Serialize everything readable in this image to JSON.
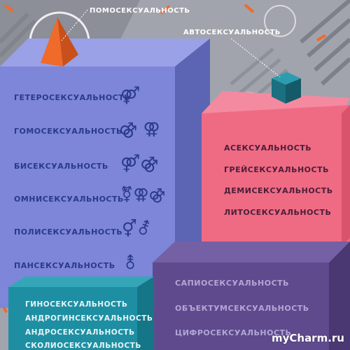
{
  "callouts": {
    "homo": "ПОМОСЕКСУАЛЬНОСТЬ",
    "auto": "АВТОСЕКСУАЛЬНОСТЬ"
  },
  "blue_block": {
    "items": [
      {
        "label": "ГЕТЕРОСЕКСУАЛЬНОСТЬ",
        "symbol": "⚤"
      },
      {
        "label": "ГОМОСЕКСУАЛЬНОСТЬ",
        "symbol": "⚣ ⚢"
      },
      {
        "label": "БИСЕКСУАЛЬНОСТЬ",
        "symbol": "⚤⚣"
      },
      {
        "label": "ОМНИСЕКСУАЛЬНОСТЬ",
        "symbol": "⚧⚢⚣"
      },
      {
        "label": "ПОЛИСЕКСУАЛЬНОСТЬ",
        "symbol": "⚥⚦"
      },
      {
        "label": "ПАНСЕКСУАЛЬНОСТЬ",
        "symbol": "⚨"
      }
    ]
  },
  "pink_block": {
    "items": [
      "АСЕКСУАЛЬНОСТЬ",
      "ГРЕЙСЕКСУАЛЬНОСТЬ",
      "ДЕМИСЕКСУАЛЬНОСТЬ",
      "ЛИТОСЕКСУАЛЬНОСТЬ"
    ]
  },
  "purple_block": {
    "items": [
      "САПИОСЕКСУАЛЬНОСТЬ",
      "ОБЪЕКТУМСЕКСУАЛЬНОСТЬ",
      "ЦИФРОСЕКСУАЛЬНОСТЬ"
    ]
  },
  "teal_block": {
    "items": [
      "ГИНОСЕКСУАЛЬНОСТЬ",
      "АНДРОГИНСЕКСУАЛЬНОСТЬ",
      "АНДРОСЕКСУАЛЬНОСТЬ",
      "СКОЛИОСЕКСУАЛЬНОСТЬ"
    ]
  },
  "watermark": "myCharm.ru",
  "colors": {
    "background": "#9a9ca6",
    "blue_front": "#7d86d8",
    "blue_side": "#5c64b4",
    "pink_front": "#ef6b83",
    "pink_side": "#d9536d",
    "purple_front": "#5f4a8e",
    "purple_side": "#4a3872",
    "teal_front": "#1e8fa3",
    "teal_side": "#157688",
    "accent_orange": "#f06a2a"
  }
}
